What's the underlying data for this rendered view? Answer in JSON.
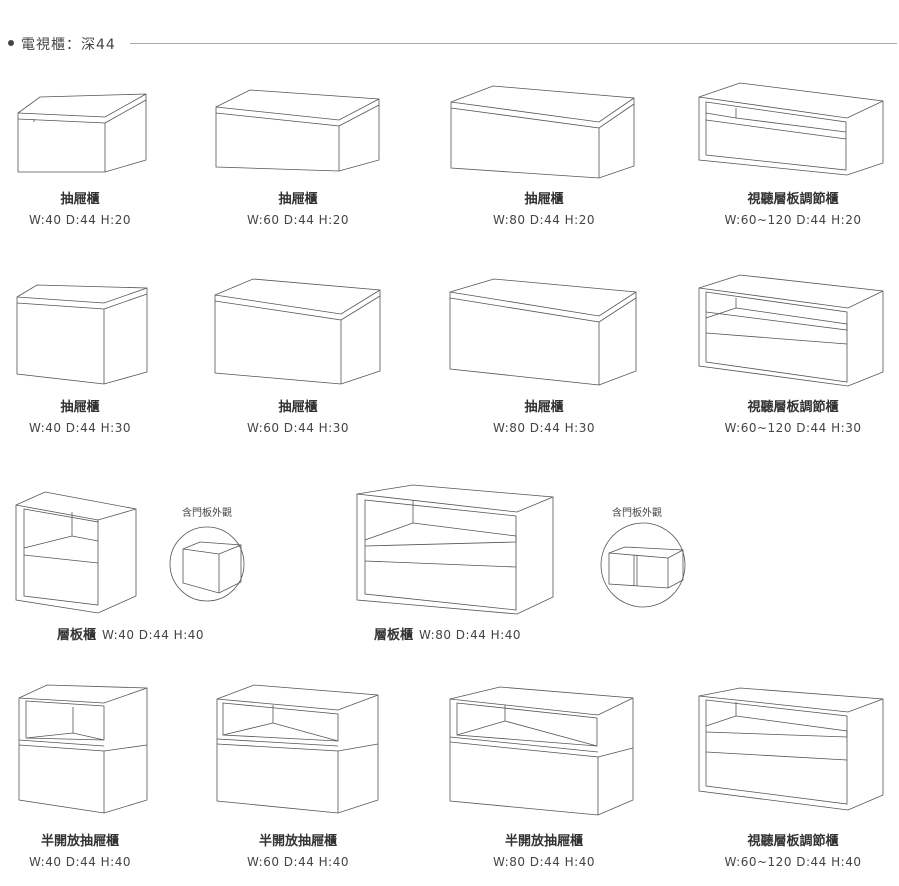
{
  "header": {
    "title": "電視櫃：深44"
  },
  "rows": [
    {
      "items": [
        {
          "name": "抽屜櫃",
          "dims": "W:40  D:44  H:20"
        },
        {
          "name": "抽屜櫃",
          "dims": "W:60  D:44  H:20"
        },
        {
          "name": "抽屜櫃",
          "dims": "W:80  D:44  H:20"
        },
        {
          "name": "視聽層板調節櫃",
          "dims": "W:60~120  D:44  H:20"
        }
      ]
    },
    {
      "items": [
        {
          "name": "抽屜櫃",
          "dims": "W:40  D:44  H:30"
        },
        {
          "name": "抽屜櫃",
          "dims": "W:60  D:44  H:30"
        },
        {
          "name": "抽屜櫃",
          "dims": "W:80  D:44  H:30"
        },
        {
          "name": "視聽層板調節櫃",
          "dims": "W:60~120  D:44  H:30"
        }
      ]
    },
    {
      "items": [
        {
          "name": "層板櫃",
          "dims": "W:40  D:44  H:40",
          "note": "含門板外觀"
        },
        {
          "name": "層板櫃",
          "dims": "W:80  D:44  H:40",
          "note": "含門板外觀"
        }
      ]
    },
    {
      "items": [
        {
          "name": "半開放抽屜櫃",
          "dims": "W:40  D:44  H:40"
        },
        {
          "name": "半開放抽屜櫃",
          "dims": "W:60  D:44  H:40"
        },
        {
          "name": "半開放抽屜櫃",
          "dims": "W:80  D:44  H:40"
        },
        {
          "name": "視聽層板調節櫃",
          "dims": "W:60~120  D:44  H:40"
        }
      ]
    }
  ]
}
